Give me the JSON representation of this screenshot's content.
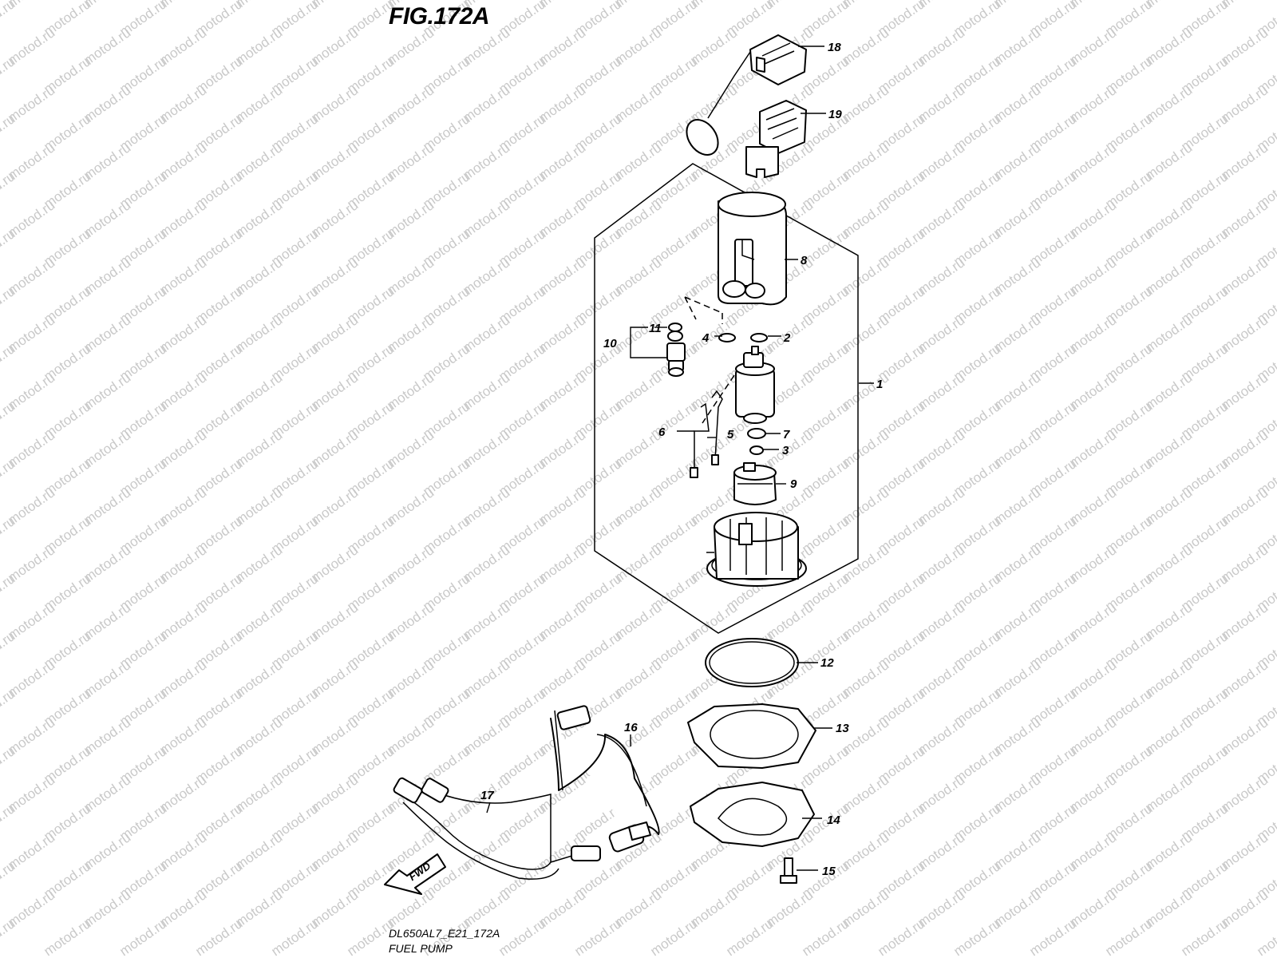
{
  "figure": {
    "title": "FIG.172A",
    "code": "DL650AL7_E21_172A",
    "name": "FUEL PUMP"
  },
  "watermark": {
    "text": "motod.ru",
    "color": "#c9c9c9"
  },
  "fwd_arrow": {
    "label": "FWD"
  },
  "callouts": [
    {
      "id": "1",
      "label": "1"
    },
    {
      "id": "2",
      "label": "2"
    },
    {
      "id": "3",
      "label": "3"
    },
    {
      "id": "4",
      "label": "4"
    },
    {
      "id": "5",
      "label": "5"
    },
    {
      "id": "6",
      "label": "6"
    },
    {
      "id": "7",
      "label": "7"
    },
    {
      "id": "8",
      "label": "8"
    },
    {
      "id": "9",
      "label": "9"
    },
    {
      "id": "10",
      "label": "10"
    },
    {
      "id": "11",
      "label": "11"
    },
    {
      "id": "12",
      "label": "12"
    },
    {
      "id": "13",
      "label": "13"
    },
    {
      "id": "14",
      "label": "14"
    },
    {
      "id": "15",
      "label": "15"
    },
    {
      "id": "16",
      "label": "16"
    },
    {
      "id": "17",
      "label": "17"
    },
    {
      "id": "18",
      "label": "18"
    },
    {
      "id": "19",
      "label": "19"
    }
  ]
}
